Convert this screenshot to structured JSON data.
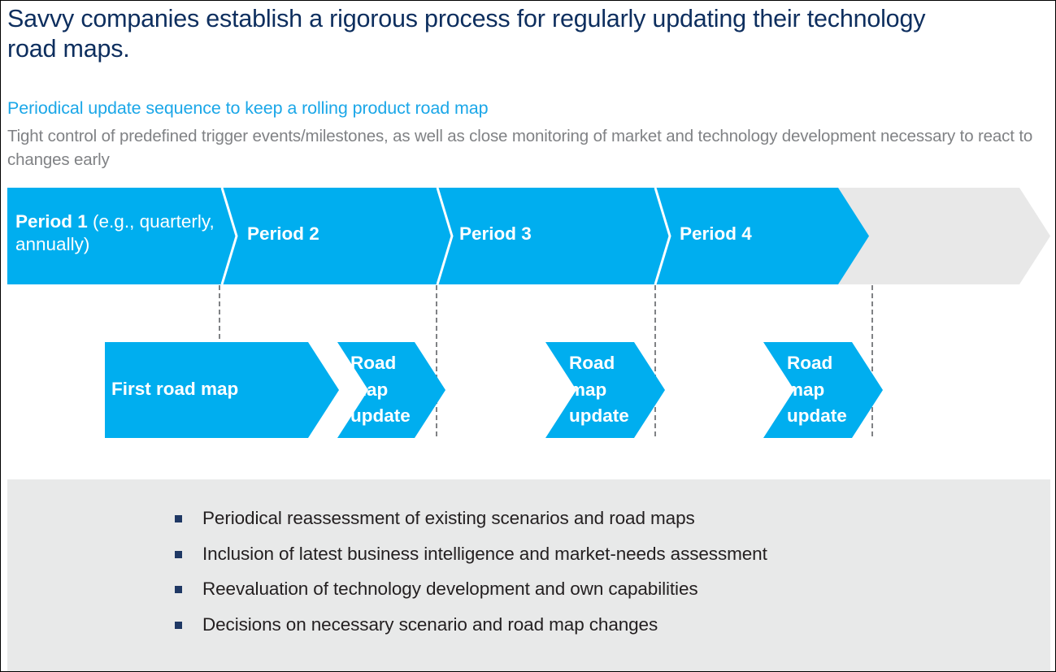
{
  "slide": {
    "headline": "Savvy companies establish a rigorous process for regularly updating their technology road maps.",
    "kicker": "Periodical update sequence to keep a rolling product road map",
    "subhead": "Tight control of predefined trigger events/milestones, as well as close monitoring of market and technology development necessary to react to changes early"
  },
  "colors": {
    "headline_navy": "#0D2E5E",
    "accent_blue": "#00AEEF",
    "kicker_blue": "#1BA7E8",
    "subhead_gray": "#808285",
    "panel_gray": "#E8E9E9",
    "tail_gray": "#E8E8E8",
    "bullet_navy": "#1F3864",
    "body_text": "#231F20"
  },
  "timeline": {
    "periods": [
      {
        "strong": "Period 1",
        "light": "(e.g., quarterly, annually)"
      },
      {
        "strong": "Period 2",
        "light": ""
      },
      {
        "strong": "Period 3",
        "light": ""
      },
      {
        "strong": "Period 4",
        "light": ""
      }
    ],
    "tail_label": ""
  },
  "roadmaps": [
    {
      "label": "First road map"
    },
    {
      "label": "Road map update"
    },
    {
      "label": "Road map update"
    },
    {
      "label": "Road map update"
    }
  ],
  "roadmap_lines": {
    "first": "First road map",
    "update_l1": "Road",
    "update_l2": "map",
    "update_l3": "update"
  },
  "bullets": [
    "Periodical reassessment of existing scenarios and road maps",
    "Inclusion of latest business intelligence and market-needs assessment",
    "Reevaluation of technology development and own capabilities",
    "Decisions on necessary scenario and road map changes"
  ]
}
